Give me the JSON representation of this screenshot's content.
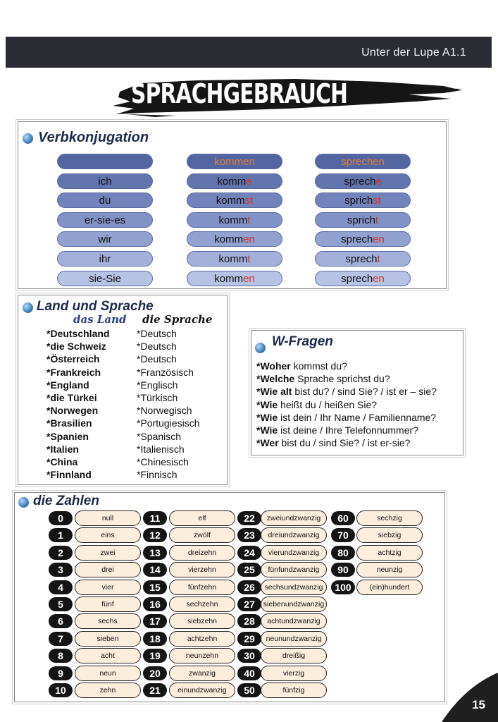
{
  "header": {
    "series": "Unter der Lupe A1.1",
    "title": "SPRACHGEBRAUCH"
  },
  "verb": {
    "title": "Verbkonjugation",
    "pronouns": [
      "ich",
      "du",
      "er-sie-es",
      "wir",
      "ihr",
      "sie-Sie"
    ],
    "kommen": {
      "infinitive": "kommen",
      "forms": [
        {
          "stem": "komm",
          "end": "e"
        },
        {
          "stem": "komm",
          "end": "st"
        },
        {
          "stem": "komm",
          "end": "t"
        },
        {
          "stem": "komm",
          "end": "en"
        },
        {
          "stem": "komm",
          "end": "t"
        },
        {
          "stem": "komm",
          "end": "en"
        }
      ]
    },
    "sprechen": {
      "infinitive": "sprechen",
      "forms": [
        {
          "stem": "sprech",
          "end": "e"
        },
        {
          "stem": "sprich",
          "end": "st"
        },
        {
          "stem": "sprich",
          "end": "t"
        },
        {
          "stem": "sprech",
          "end": "en"
        },
        {
          "stem": "sprech",
          "end": "t"
        },
        {
          "stem": "sprech",
          "end": "en"
        }
      ]
    },
    "colors": {
      "pill_shades": [
        "#5466a2",
        "#6274ae",
        "#7183ba",
        "#8192c6",
        "#91a1d0",
        "#a3b1da",
        "#b6c3e4"
      ],
      "ending": "#d0342c",
      "header_text": "#e07d3a"
    }
  },
  "land": {
    "title": "Land und Sprache",
    "col_land": "das Land",
    "col_sprache": "die Sprache",
    "countries": [
      "*Deutschland",
      "*die Schweiz",
      "*Österreich",
      "*Frankreich",
      "*England",
      "*die Türkei",
      "*Norwegen",
      "*Brasilien",
      "*Spanien",
      "*Italien",
      "*China",
      "*Finnland"
    ],
    "languages": [
      "*Deutsch",
      "*Deutsch",
      "*Deutsch",
      "*Französisch",
      "*Englisch",
      "*Türkisch",
      "*Norwegisch",
      "*Portugiesisch",
      "*Spanisch",
      "*Italienisch",
      "*Chinesisch",
      "*Finnisch"
    ]
  },
  "wfragen": {
    "title": "W-Fragen",
    "questions": [
      {
        "w": "*Woher",
        "rest": " kommst du?"
      },
      {
        "w": "*Welche",
        "rest": " Sprache sprichst du?"
      },
      {
        "w": "*Wie alt",
        "rest": " bist du? / sind Sie? / ist er – sie?"
      },
      {
        "w": "*Wie",
        "rest": " heißt du / heißen Sie?"
      },
      {
        "w": "*Wie",
        "rest": " ist dein / Ihr Name / Familienname?"
      },
      {
        "w": "*Wie",
        "rest": " ist deine / Ihre Telefonnummer?"
      },
      {
        "w": "*Wer",
        "rest": " bist du / sind Sie? / ist er-sie?"
      }
    ]
  },
  "zahlen": {
    "title": "die Zahlen",
    "columns": [
      [
        [
          "0",
          "null"
        ],
        [
          "1",
          "eins"
        ],
        [
          "2",
          "zwei"
        ],
        [
          "3",
          "drei"
        ],
        [
          "4",
          "vier"
        ],
        [
          "5",
          "fünf"
        ],
        [
          "6",
          "sechs"
        ],
        [
          "7",
          "sieben"
        ],
        [
          "8",
          "acht"
        ],
        [
          "9",
          "neun"
        ],
        [
          "10",
          "zehn"
        ]
      ],
      [
        [
          "11",
          "elf"
        ],
        [
          "12",
          "zwölf"
        ],
        [
          "13",
          "dreizehn"
        ],
        [
          "14",
          "vierzehn"
        ],
        [
          "15",
          "fünfzehn"
        ],
        [
          "16",
          "sechzehn"
        ],
        [
          "17",
          "siebzehn"
        ],
        [
          "18",
          "achtzehn"
        ],
        [
          "19",
          "neunzehn"
        ],
        [
          "20",
          "zwanzig"
        ],
        [
          "21",
          "einundzwanzig"
        ]
      ],
      [
        [
          "22",
          "zweiundzwanzig"
        ],
        [
          "23",
          "dreiundzwanzig"
        ],
        [
          "24",
          "vierundzwanzig"
        ],
        [
          "25",
          "fünfundzwanzig"
        ],
        [
          "26",
          "sechsundzwanzig"
        ],
        [
          "27",
          "siebenundzwanzig"
        ],
        [
          "28",
          "achtundzwanzig"
        ],
        [
          "29",
          "neunundzwanzig"
        ],
        [
          "30",
          "dreißig"
        ],
        [
          "40",
          "vierzig"
        ],
        [
          "50",
          "fünfzig"
        ]
      ],
      [
        [
          "60",
          "sechzig"
        ],
        [
          "70",
          "siebzig"
        ],
        [
          "80",
          "achtzig"
        ],
        [
          "90",
          "neunzig"
        ],
        [
          "100",
          "(ein)hundert"
        ]
      ]
    ]
  },
  "page": {
    "number": "15"
  }
}
